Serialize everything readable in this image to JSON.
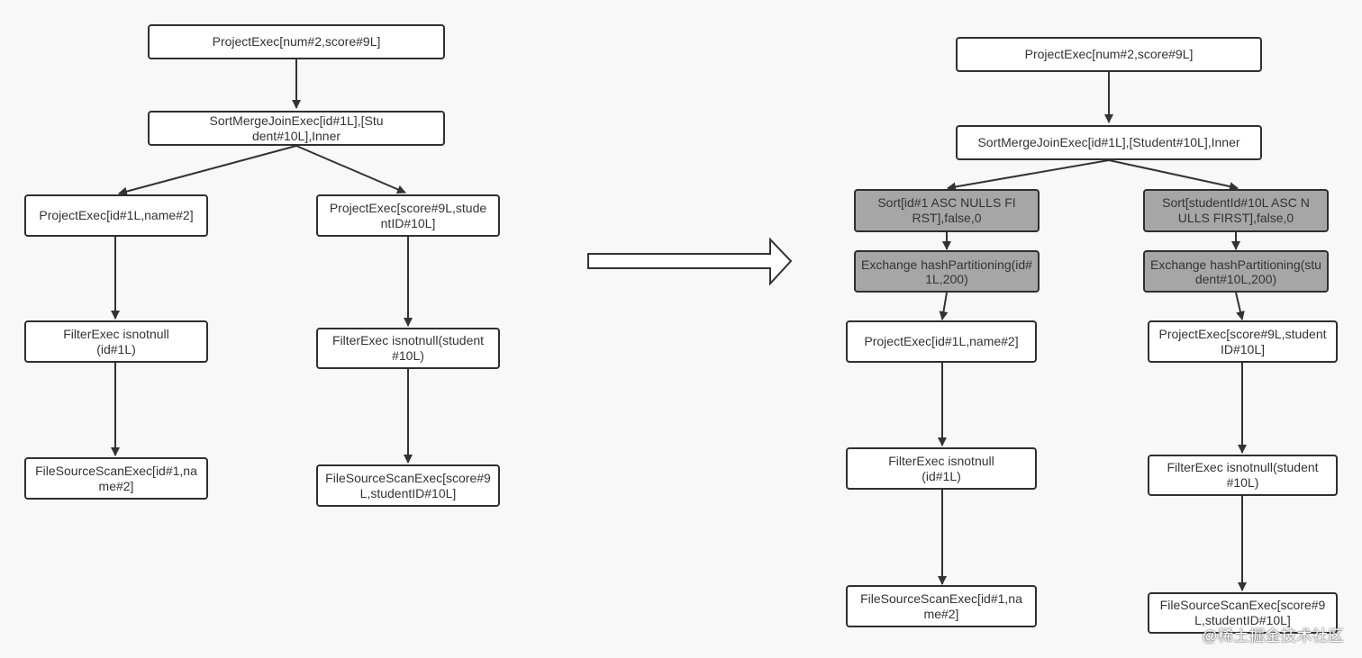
{
  "colors": {
    "line": "#333333",
    "node_border": "#2f2f2f",
    "node_fill": "#ffffff",
    "highlight_fill": "#a6a6a6",
    "background": "#f8f8f8"
  },
  "left_plan": {
    "project_top": "ProjectExec[num#2,score#9L]",
    "join": "SortMergeJoinExec[id#1L],[Student#10L],Inner",
    "left_branch": {
      "project": "ProjectExec[id#1L,name#2]",
      "filter": "FilterExec isnotnull(id#1L)",
      "scan": "FileSourceScanExec[id#1,name#2]"
    },
    "right_branch": {
      "project": "ProjectExec[score#9L,studentID#10L]",
      "filter": "FilterExec isnotnull(student#10L)",
      "scan": "FileSourceScanExec[score#9L,studentID#10L]"
    }
  },
  "right_plan": {
    "project_top": "ProjectExec[num#2,score#9L]",
    "join": "SortMergeJoinExec[id#1L],[Student#10L],Inner",
    "left_branch": {
      "sort": "Sort[id#1 ASC NULLS FIRST],false,0",
      "exchange": "Exchange hashPartitioning(id#1L,200)",
      "project": "ProjectExec[id#1L,name#2]",
      "filter": "FilterExec isnotnull(id#1L)",
      "scan": "FileSourceScanExec[id#1,name#2]"
    },
    "right_branch": {
      "sort": "Sort[studentId#10L ASC NULLS FIRST],false,0",
      "exchange": "Exchange hashPartitioning(student#10L,200)",
      "project": "ProjectExec[score#9L,studentID#10L]",
      "filter": "FilterExec isnotnull(student#10L)",
      "scan": "FileSourceScanExec[score#9L,studentID#10L]"
    }
  },
  "watermark": "@稀土掘金技术社区"
}
